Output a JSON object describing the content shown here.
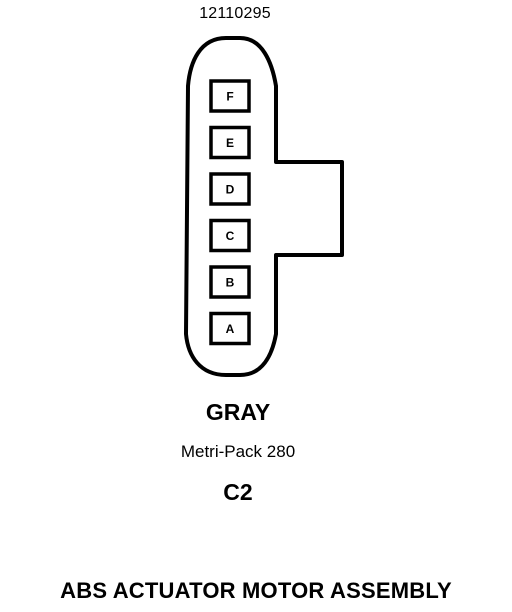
{
  "connector": {
    "part_number": "12110295",
    "color": "GRAY",
    "type": "Metri-Pack 280",
    "id": "C2",
    "pins": [
      "F",
      "E",
      "D",
      "C",
      "B",
      "A"
    ]
  },
  "title": "ABS ACTUATOR  MOTOR ASSEMBLY"
}
